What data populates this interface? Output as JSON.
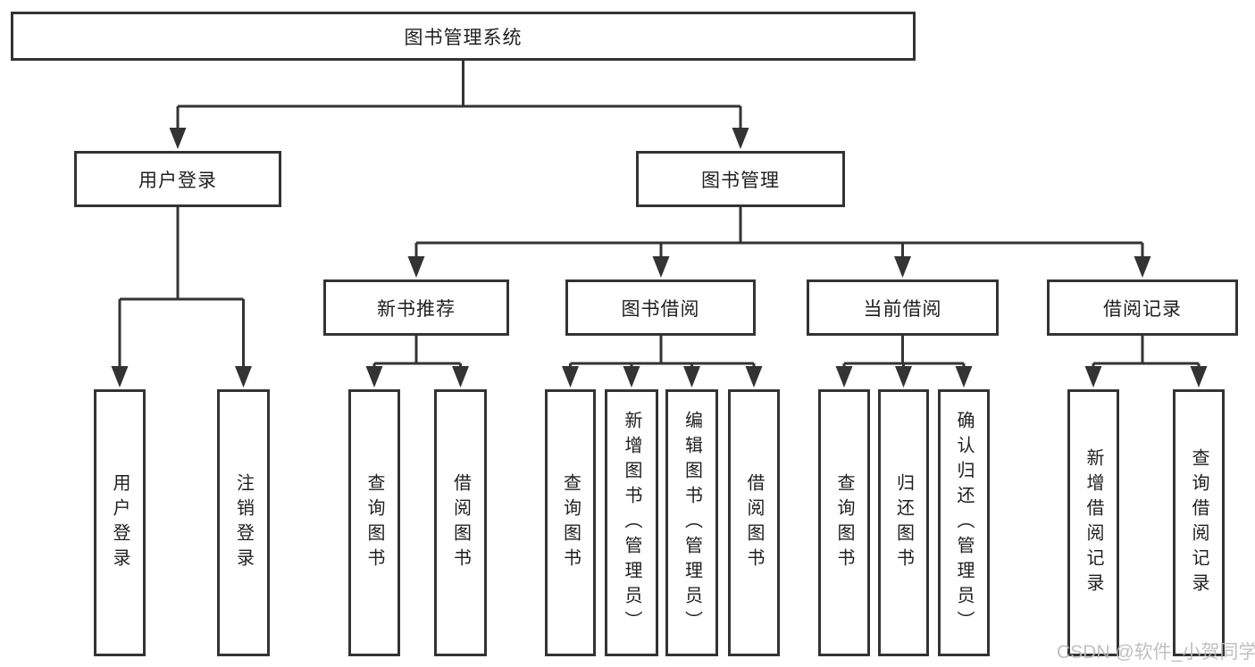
{
  "diagram": {
    "root": {
      "label": "图书管理系统"
    },
    "branches": [
      {
        "label": "用户登录",
        "children": [
          {
            "label": "用户登录"
          },
          {
            "label": "注销登录"
          }
        ]
      },
      {
        "label": "图书管理",
        "children": [
          {
            "label": "新书推荐",
            "children": [
              {
                "label": "查询图书"
              },
              {
                "label": "借阅图书"
              }
            ]
          },
          {
            "label": "图书借阅",
            "children": [
              {
                "label": "查询图书"
              },
              {
                "label": "新增图书（管理员）"
              },
              {
                "label": "编辑图书（管理员）"
              },
              {
                "label": "借阅图书"
              }
            ]
          },
          {
            "label": "当前借阅",
            "children": [
              {
                "label": "查询图书"
              },
              {
                "label": "归还图书"
              },
              {
                "label": "确认归还（管理员）"
              }
            ]
          },
          {
            "label": "借阅记录",
            "children": [
              {
                "label": "新增借阅记录"
              },
              {
                "label": "查询借阅记录"
              }
            ]
          }
        ]
      }
    ]
  },
  "watermark": {
    "text": "CSDN @软件_小贺同学"
  },
  "colors": {
    "line": "#333333",
    "text": "#1f1f1f",
    "background": "#ffffff",
    "watermark": "#bbbbbb"
  }
}
